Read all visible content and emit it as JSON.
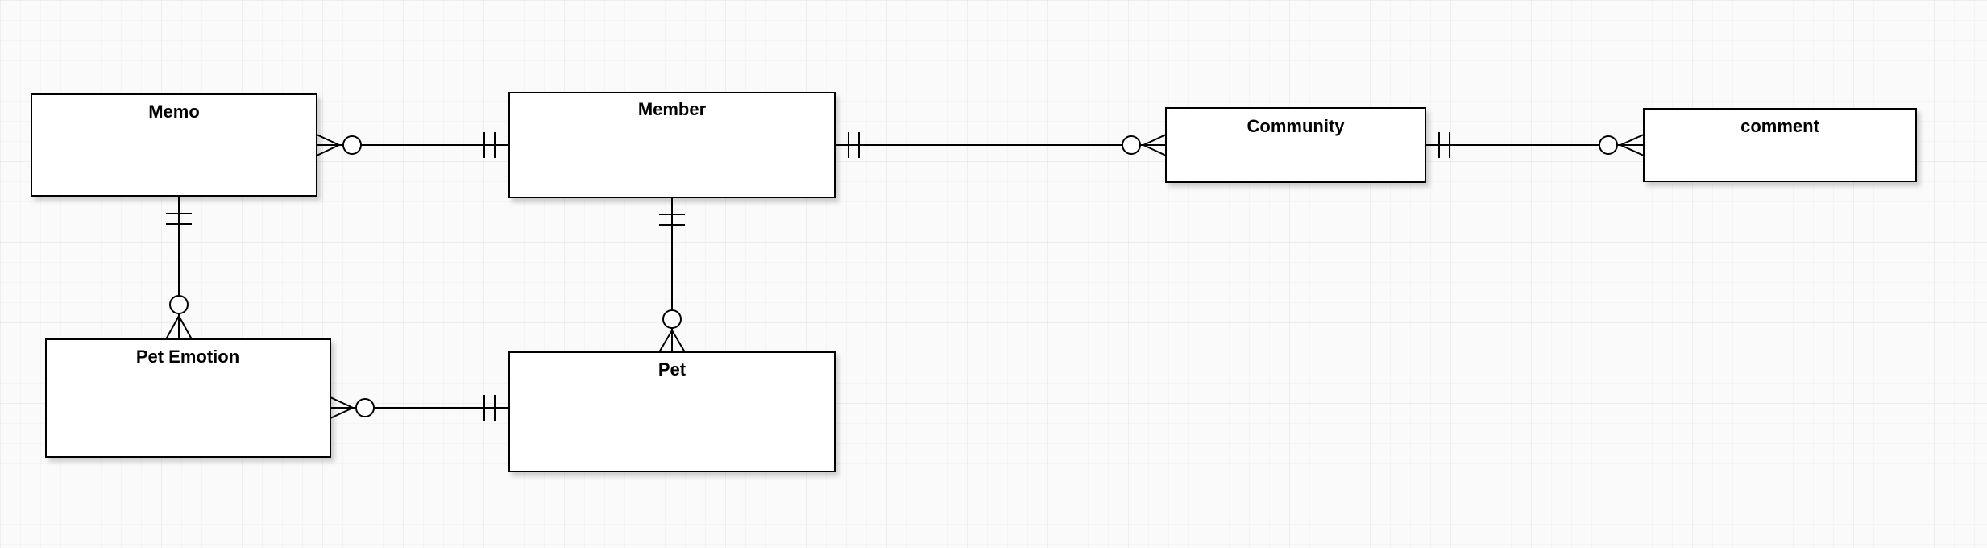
{
  "diagram": {
    "type": "entity-relationship-diagram",
    "notation": "crows-foot",
    "entities": [
      {
        "id": "memo",
        "label": "Memo"
      },
      {
        "id": "member",
        "label": "Member"
      },
      {
        "id": "community",
        "label": "Community"
      },
      {
        "id": "comment",
        "label": "comment"
      },
      {
        "id": "pet-emotion",
        "label": "Pet Emotion"
      },
      {
        "id": "pet",
        "label": "Pet"
      }
    ],
    "relationships": [
      {
        "from": "Memo",
        "to": "Member",
        "from_cardinality": "zero-or-many",
        "to_cardinality": "one-and-only-one"
      },
      {
        "from": "Member",
        "to": "Community",
        "from_cardinality": "one-and-only-one",
        "to_cardinality": "zero-or-many"
      },
      {
        "from": "Community",
        "to": "comment",
        "from_cardinality": "one-and-only-one",
        "to_cardinality": "zero-or-many"
      },
      {
        "from": "Memo",
        "to": "Pet Emotion",
        "from_cardinality": "one-and-only-one",
        "to_cardinality": "zero-or-many"
      },
      {
        "from": "Member",
        "to": "Pet",
        "from_cardinality": "one-and-only-one",
        "to_cardinality": "zero-or-many"
      },
      {
        "from": "Pet Emotion",
        "to": "Pet",
        "from_cardinality": "zero-or-many",
        "to_cardinality": "one-and-only-one"
      }
    ],
    "colors": {
      "entity_fill": "#ffffff",
      "entity_stroke": "#000000",
      "canvas_background": "#fafafa",
      "grid_minor": "#eeeeee",
      "grid_major": "#e2e2e2",
      "shadow": "rgba(0,0,0,0.18)"
    }
  }
}
